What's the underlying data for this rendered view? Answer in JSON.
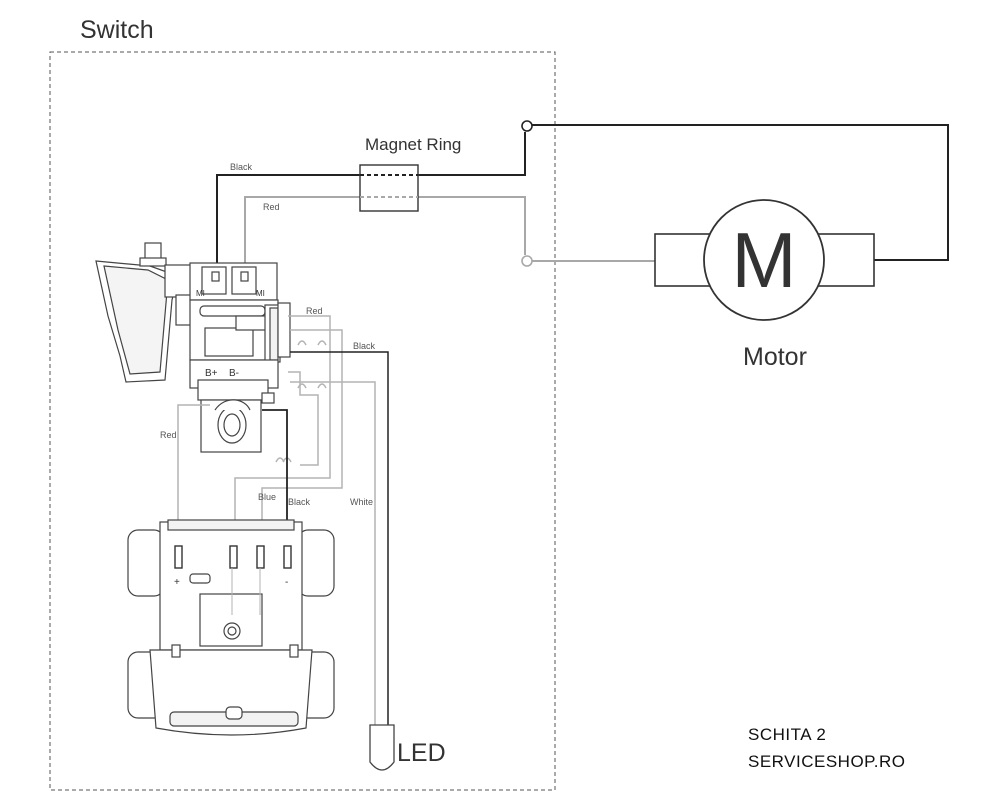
{
  "labels": {
    "switch": "Switch",
    "magnet_ring": "Magnet Ring",
    "motor": "Motor",
    "motor_symbol": "M",
    "led": "LED"
  },
  "wire_labels": {
    "black_top": "Black",
    "red_top": "Red",
    "red_mid": "Red",
    "black_mid": "Black",
    "red_left": "Red",
    "blue": "Blue",
    "black_low": "Black",
    "white": "White"
  },
  "terminal_labels": {
    "m1_left": "MI",
    "m1_right": "MI",
    "b_plus": "B+",
    "b_minus": "B-",
    "plus": "+",
    "minus": "-"
  },
  "footer": {
    "line1": "SCHITA 2",
    "line2": "SERVICESHOP.RO"
  },
  "colors": {
    "black_wire": "#222222",
    "red_wire": "#9a9a9a",
    "outline": "#444444"
  }
}
